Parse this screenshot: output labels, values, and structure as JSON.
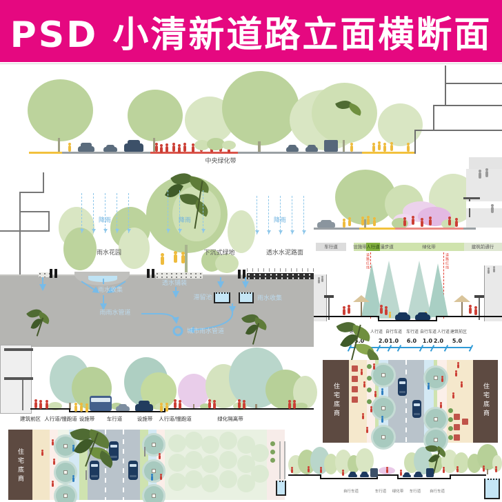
{
  "title": "PSD 小清新道路立面横断面",
  "colors": {
    "accent": "#e50880",
    "tree_green": "#bcd39c",
    "tree_pale": "#d9e6c3",
    "tree_teal": "#b9d6cb",
    "people_red": "#cc3f35",
    "people_yellow": "#eebb3d",
    "water_blue": "#77bbe8",
    "car_navy": "#1d3a5f",
    "band_brown": "#5d4a41"
  },
  "top_section": {
    "label": "中央绿化带"
  },
  "sponge": {
    "rain": "降雨",
    "garden": "雨水花园",
    "sunken_green": "下沉式绿地",
    "permeable_road": "透水水泥路面",
    "permeable_paving": "透水铺装",
    "collect": "雨水收集",
    "detention": "滞留池",
    "rain_pipe": "雨雨水管道",
    "city_pipe": "城市雨水管道"
  },
  "zone_bar": {
    "zones": [
      "车行道",
      "设施带",
      "人行道",
      "漫步道",
      "绿化带",
      "建筑前通行"
    ]
  },
  "dim_section": {
    "red_line": "道路红线",
    "zones": [
      "建筑前区",
      "人行道",
      "自行车道",
      "车行道",
      "自行车道",
      "人行道",
      "建筑前区"
    ],
    "dims": [
      "5.0",
      "2.0",
      "1.0",
      "6.0",
      "1.0",
      "2.0",
      "5.0"
    ]
  },
  "plan_right": {
    "band": "住宅底商"
  },
  "bottom_left": {
    "zones": [
      "建筑前区",
      "人行道/慢跑道",
      "设施带",
      "车行道",
      "设施带",
      "人行道/慢跑道",
      "绿化隔离带"
    ]
  },
  "plan_left": {
    "band": "住宅底商"
  },
  "bottom_right": {
    "zones": [
      "自行车道",
      "车行道",
      "绿化带",
      "车行道",
      "自行车道"
    ]
  }
}
